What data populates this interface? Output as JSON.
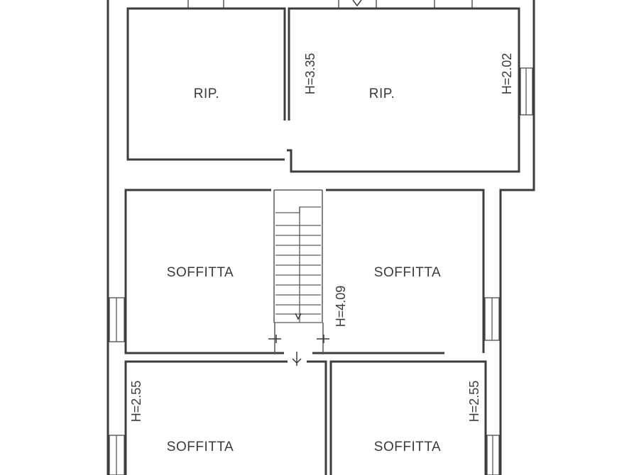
{
  "rooms": [
    {
      "label": "RIP."
    },
    {
      "label": "RIP."
    },
    {
      "label": "SOFFITTA"
    },
    {
      "label": "SOFFITTA"
    },
    {
      "label": "SOFFITTA"
    },
    {
      "label": "SOFFITTA"
    }
  ],
  "heights": [
    {
      "label": "H=3.35"
    },
    {
      "label": "H=2.02"
    },
    {
      "label": "H=4.09"
    },
    {
      "label": "H=2.55"
    },
    {
      "label": "H=2.55"
    }
  ]
}
